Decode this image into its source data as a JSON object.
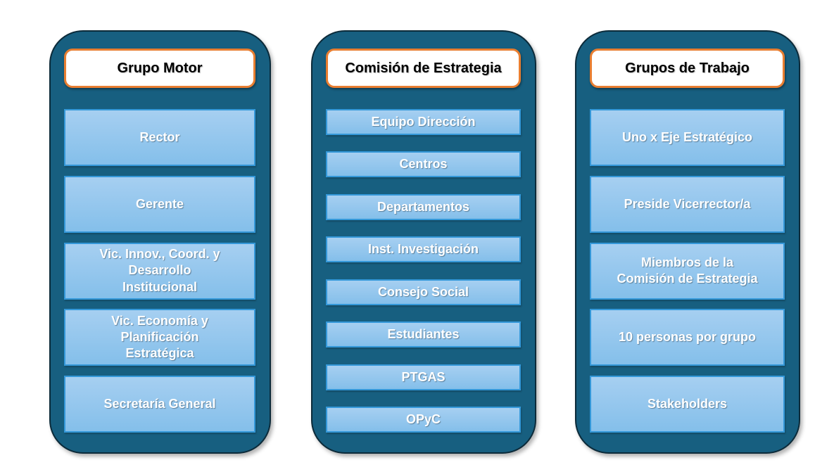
{
  "diagram": {
    "background": "#FFFFFF",
    "colors": {
      "column_fill": "#175F80",
      "column_border": "#0C2B3A",
      "header_fill": "#FFFFFF",
      "header_border": "#E87E31",
      "header_text": "#000000",
      "item_gradient_top": "#A6CFF1",
      "item_gradient_bottom": "#84BFEA",
      "item_border": "#3498D9",
      "item_text": "#FFFFFF"
    },
    "columns": [
      {
        "id": "grupo-motor",
        "title": "Grupo Motor",
        "items": [
          "Rector",
          "Gerente",
          "Vic. Innov., Coord. y\nDesarrollo\nInstitucional",
          "Vic. Economía y\nPlanificación\nEstratégica",
          "Secretaría General"
        ]
      },
      {
        "id": "comision-de-estrategia",
        "title": "Comisión de Estrategia",
        "items": [
          "Equipo Dirección",
          "Centros",
          "Departamentos",
          "Inst. Investigación",
          "Consejo Social",
          "Estudiantes",
          "PTGAS",
          "OPyC"
        ]
      },
      {
        "id": "grupos-de-trabajo",
        "title": "Grupos de Trabajo",
        "items": [
          "Uno x Eje Estratégico",
          "Preside Vicerrector/a",
          "Miembros de la\nComisión de Estrategia",
          "10 personas por grupo",
          "Stakeholders"
        ]
      }
    ]
  }
}
